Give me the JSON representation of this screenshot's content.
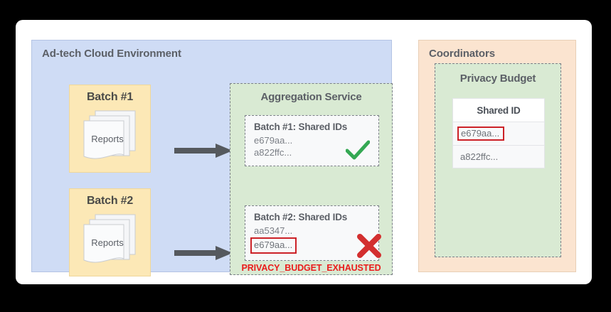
{
  "adtech": {
    "title": "Ad-tech Cloud Environment",
    "batches": [
      {
        "title": "Batch #1",
        "reports_label": "Reports",
        "icon": "documents-stack-icon"
      },
      {
        "title": "Batch #2",
        "reports_label": "Reports",
        "icon": "documents-stack-icon"
      }
    ],
    "arrow_icon": "right-arrow-icon"
  },
  "aggregation": {
    "title": "Aggregation Service",
    "cards": [
      {
        "title": "Batch #1: Shared IDs",
        "ids": [
          "e679aa...",
          "a822ffc..."
        ],
        "flagged_id": null,
        "status": "success",
        "status_icon": "green-check-icon"
      },
      {
        "title": "Batch #2: Shared IDs",
        "ids": [
          "aa5347..."
        ],
        "flagged_id": "e679aa...",
        "status": "error",
        "status_icon": "red-cross-icon"
      }
    ],
    "error_label": "PRIVACY_BUDGET_EXHAUSTED"
  },
  "coordinators": {
    "title": "Coordinators",
    "privacy_budget": {
      "title": "Privacy Budget",
      "table": {
        "header": "Shared ID",
        "rows": [
          {
            "value": "e679aa...",
            "flagged": true
          },
          {
            "value": "a822ffc...",
            "flagged": false
          }
        ]
      }
    }
  },
  "colors": {
    "adtech_panel": "#cfdcf5",
    "coordinators_panel": "#fbe4d0",
    "green_panel": "#d9ead3",
    "batch_box": "#fce8b6",
    "success": "#34a853",
    "error": "#ea1c1c",
    "flag_border": "#cc2127",
    "arrow": "#55595e",
    "text": "#5b5f66"
  }
}
